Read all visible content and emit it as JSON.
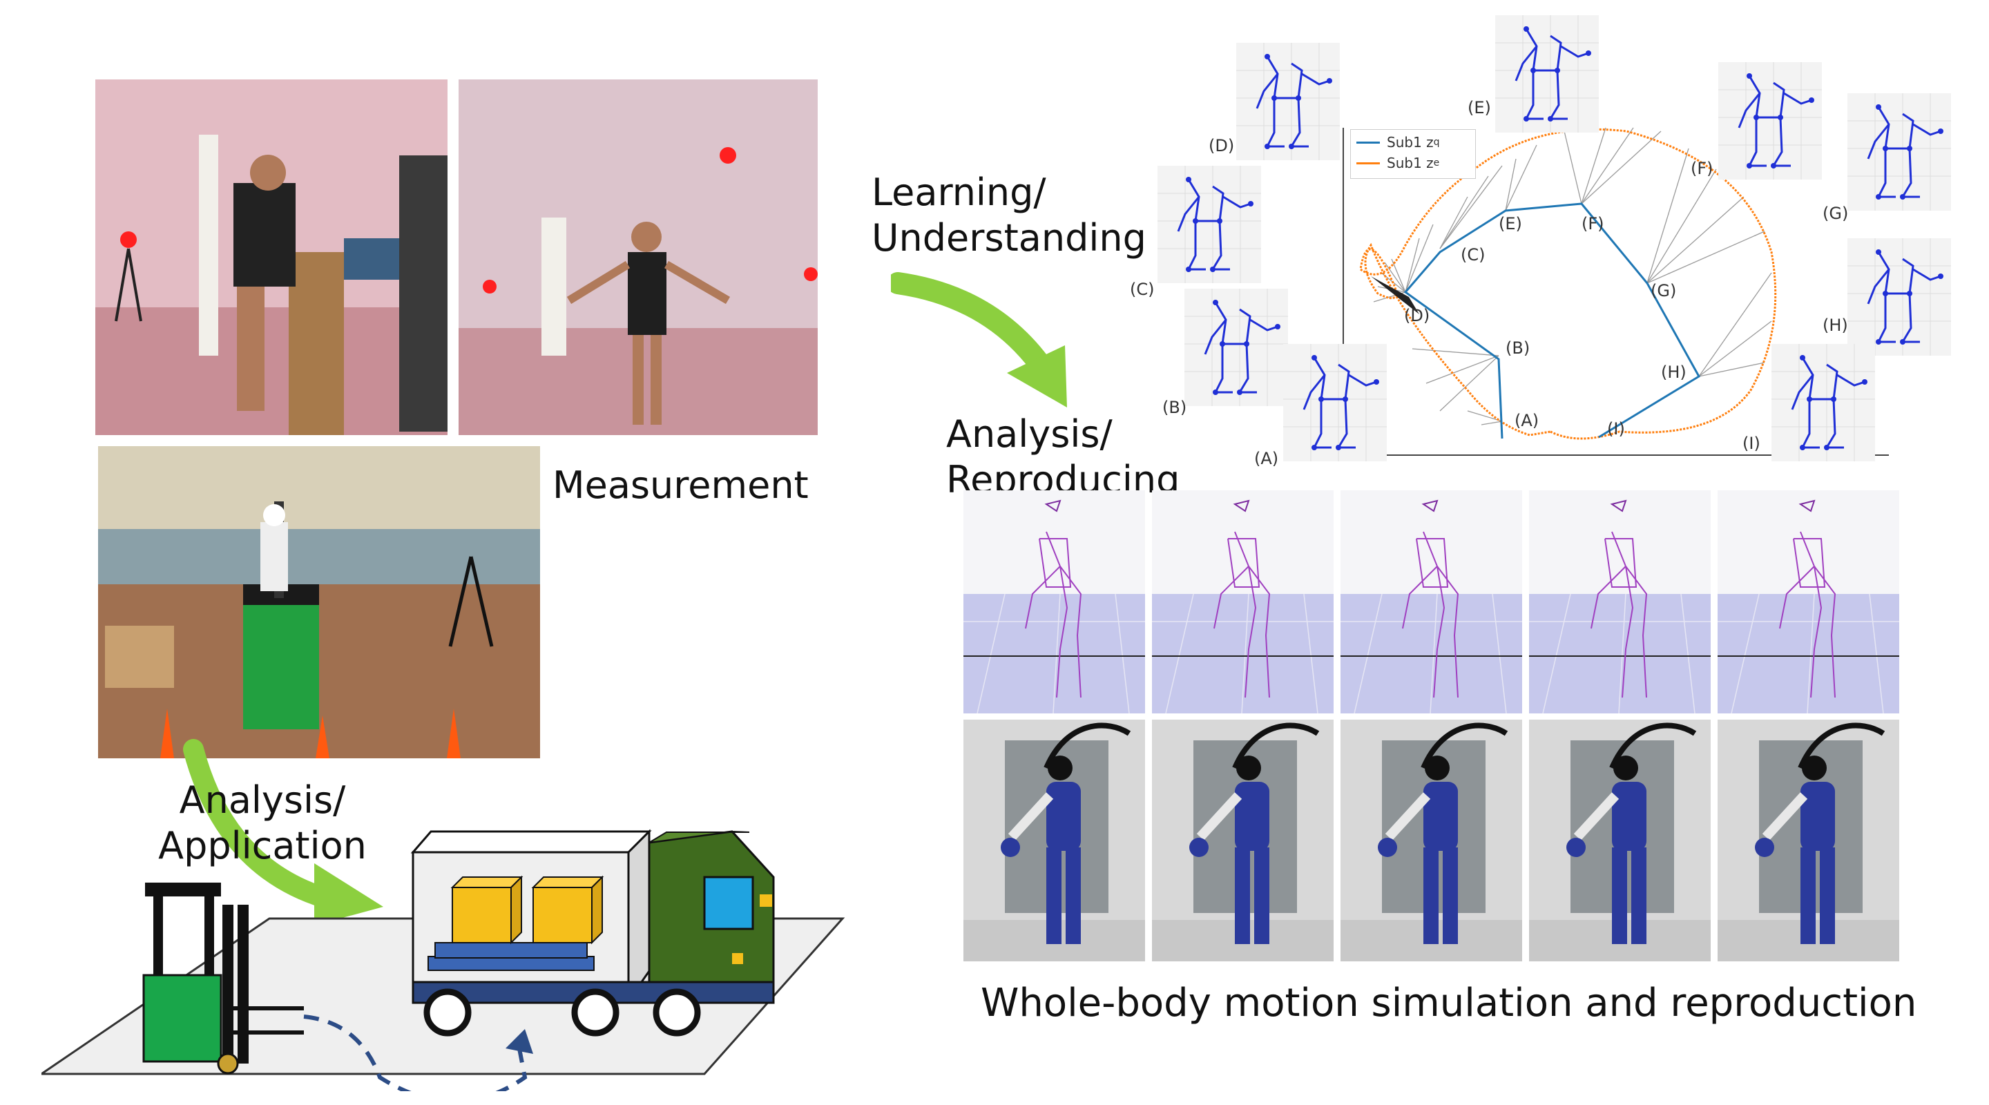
{
  "labels": {
    "measurement": "Measurement",
    "learning_line1": "Learning/",
    "learning_line2": "Understanding",
    "analysis_repro_line1": "Analysis/",
    "analysis_repro_line2": "Reproducing",
    "analysis_app_line1": "Analysis/",
    "analysis_app_line2": "Application",
    "caption": "Whole-body motion simulation and reproduction"
  },
  "plot": {
    "legend": [
      {
        "name": "Sub1 z",
        "subscript": "q",
        "color": "#1f77b4"
      },
      {
        "name": "Sub1 z",
        "subscript": "e",
        "color": "#ff7f0e"
      }
    ],
    "points": [
      "(A)",
      "(B)",
      "(C)",
      "(D)",
      "(E)",
      "(F)",
      "(G)",
      "(H)",
      "(I)"
    ],
    "pose_labels": [
      "(A)",
      "(B)",
      "(C)",
      "(D)",
      "(E)",
      "(F)",
      "(G)",
      "(H)",
      "(I)"
    ]
  },
  "colors": {
    "arrow_green": "#8ccf3f",
    "truck_cab": "#3f6b1e",
    "forklift": "#19a64a",
    "box": "#f5bf1b",
    "pallet": "#3b66b5",
    "dashed_path": "#2c4c86",
    "sim_floor": "#c6c8ec",
    "robot_blue": "#2b3a9c"
  }
}
